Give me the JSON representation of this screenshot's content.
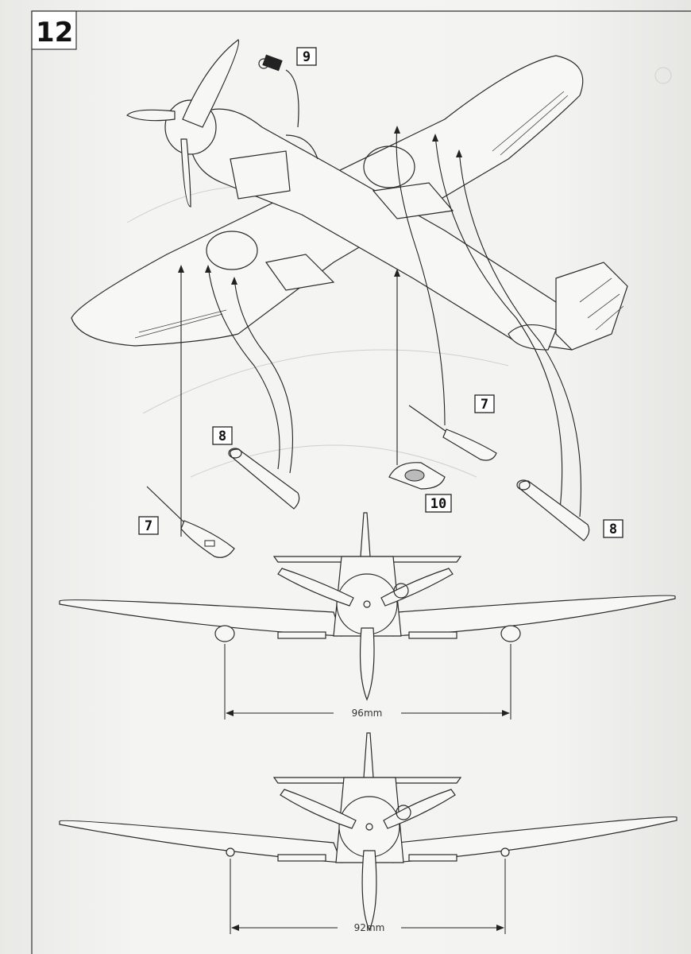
{
  "step": {
    "number": "12"
  },
  "callouts": [
    {
      "id": "part-9",
      "label": "9"
    },
    {
      "id": "part-8-left",
      "label": "8"
    },
    {
      "id": "part-7-left",
      "label": "7"
    },
    {
      "id": "part-7-right",
      "label": "7"
    },
    {
      "id": "part-10",
      "label": "10"
    },
    {
      "id": "part-8-right",
      "label": "8"
    }
  ],
  "views": {
    "front_view_1": {
      "dimension": "96mm"
    },
    "front_view_2": {
      "dimension": "92mm"
    }
  },
  "colors": {
    "line": "#2a2a2a",
    "paper": "#f2f2f0"
  }
}
